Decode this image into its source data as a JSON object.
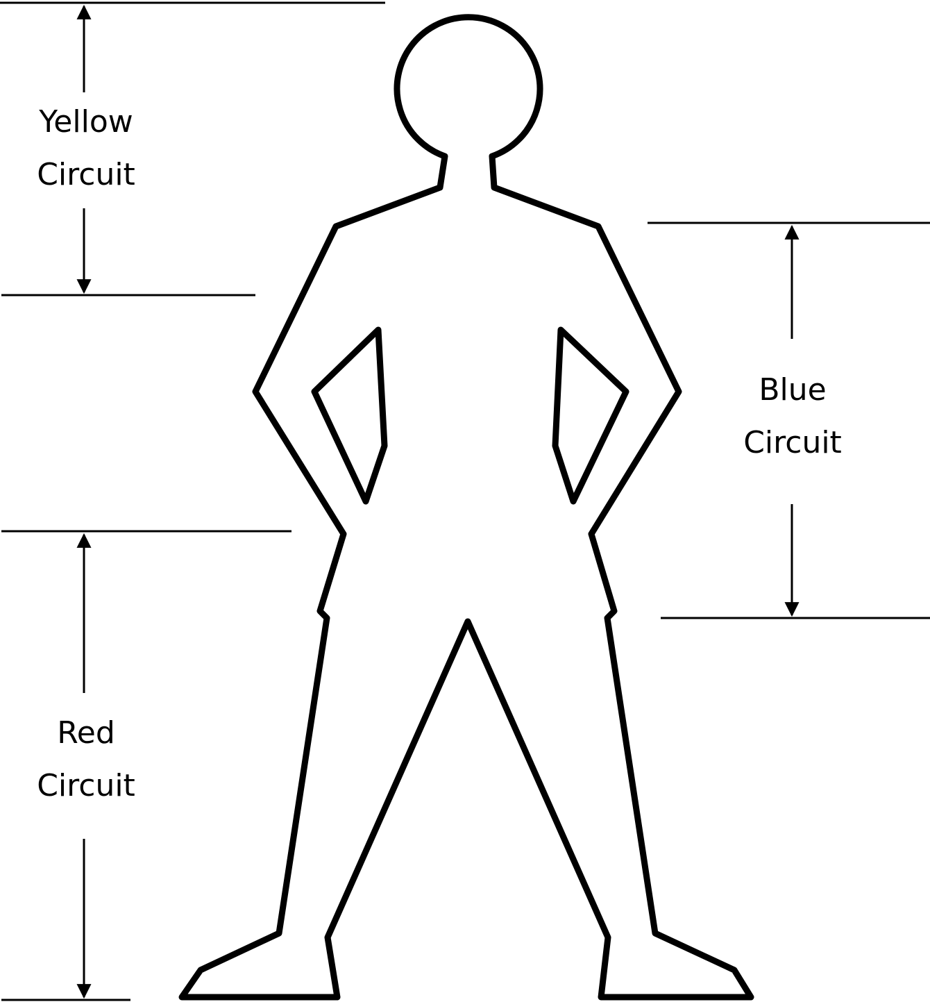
{
  "circuits": {
    "yellow": {
      "line1": "Yellow",
      "line2": "Circuit"
    },
    "blue": {
      "line1": "Blue",
      "line2": "Circuit"
    },
    "red": {
      "line1": "Red",
      "line2": "Circuit"
    }
  },
  "colors": {
    "line": "#000000",
    "background": "#ffffff"
  }
}
